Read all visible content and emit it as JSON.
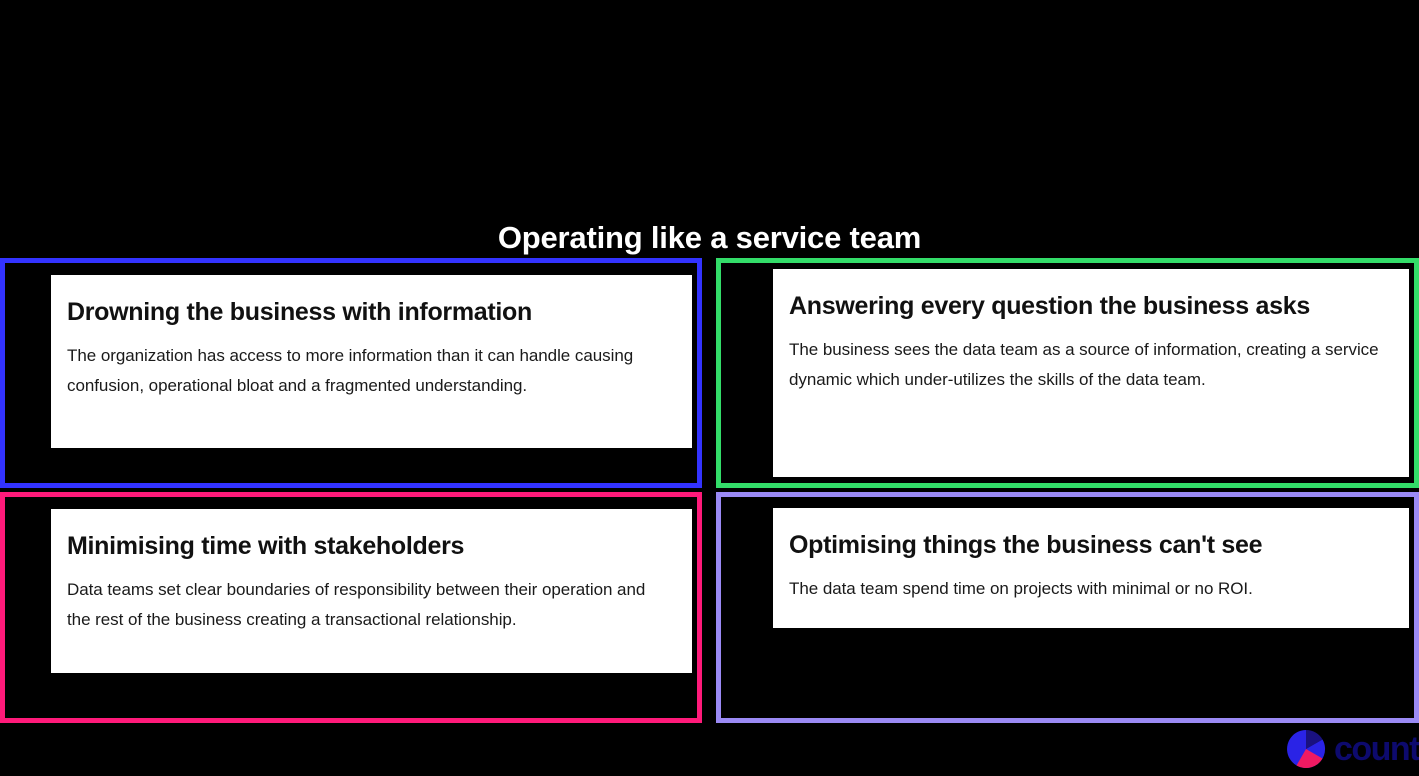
{
  "slide": {
    "title": "Operating like a service team",
    "background_color": "#000000",
    "title_color": "#ffffff"
  },
  "cards": [
    {
      "id": "card-drowning",
      "heading": "Drowning the business with information",
      "body": "The organization has access to more information than it can handle causing confusion, operational bloat and a fragmented understanding.",
      "accent_color": "#3333ff",
      "accent_name": "blue",
      "position": "top-left"
    },
    {
      "id": "card-answering",
      "heading": "Answering every question the business asks",
      "body": "The business sees the data team as a source of information, creating a service dynamic which under-utilizes the skills of the data team.",
      "accent_color": "#33dd69",
      "accent_name": "green",
      "position": "top-right"
    },
    {
      "id": "card-minimising",
      "heading": "Minimising time with stakeholders",
      "body": "Data teams set clear boundaries of responsibility between their operation and the rest of the business creating a transactional relationship.",
      "accent_color": "#ff1a7a",
      "accent_name": "pink",
      "position": "bottom-left"
    },
    {
      "id": "card-optimising",
      "heading": "Optimising things the business can't see",
      "body": "The data team spend time on projects with minimal or no ROI.",
      "accent_color": "#9b8af5",
      "accent_name": "purple",
      "position": "bottom-right"
    }
  ],
  "logo": {
    "wordmark": "count",
    "wordmark_color": "#0d0a6e",
    "mark_colors": {
      "navy": "#1a1180",
      "blue": "#2a23e6",
      "pink": "#ef1a62"
    }
  }
}
